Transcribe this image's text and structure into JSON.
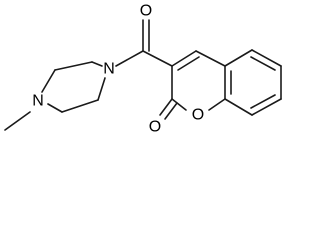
{
  "molecule": {
    "atoms": {
      "carbonyl_oxygen": "O",
      "piperazine_n_acyl": "N",
      "piperazine_n_methyl": "N",
      "lactone_carbonyl_oxygen": "O",
      "ring_oxygen": "O"
    }
  }
}
